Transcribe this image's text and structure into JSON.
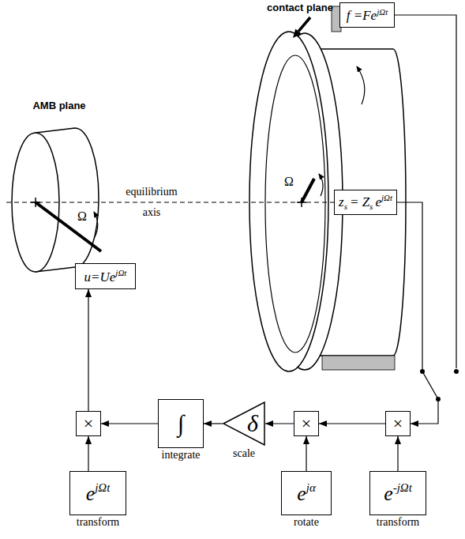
{
  "diagram": {
    "nodes": [
      {
        "text": [
          "f =Fe",
          "jΩt"
        ]
      },
      {
        "text": [
          "z",
          "s",
          "= Z",
          "s",
          "e",
          "jΩt"
        ]
      },
      {
        "text": [
          "u=Ue",
          "jΩt"
        ]
      },
      {
        "text": [
          "×"
        ]
      },
      {
        "text": [
          "∫",
          "integrate"
        ]
      },
      {
        "text": [
          "δ",
          "scale"
        ]
      },
      {
        "text": [
          "×"
        ]
      },
      {
        "text": [
          "×"
        ]
      },
      {
        "text": [
          "e",
          "jΩt",
          "transform"
        ]
      },
      {
        "text": [
          "e",
          "jα",
          "rotate"
        ]
      },
      {
        "text": [
          "e",
          "-jΩt",
          "transform"
        ]
      }
    ],
    "edges": [
      {
        "from": 1,
        "to": 7,
        "arrow": "to"
      },
      {
        "from": 7,
        "to": 6,
        "arrow": "to"
      },
      {
        "from": 6,
        "to": 5,
        "arrow": "to"
      },
      {
        "from": 5,
        "to": 4,
        "arrow": "to"
      },
      {
        "from": 4,
        "to": 3,
        "arrow": "to"
      },
      {
        "from": 3,
        "to": 2,
        "arrow": "to"
      },
      {
        "from": 8,
        "to": 3,
        "arrow": "to"
      },
      {
        "from": 9,
        "to": 6,
        "arrow": "to"
      },
      {
        "from": 10,
        "to": 7,
        "arrow": "to"
      }
    ],
    "labels": [
      "contact plane",
      "AMB plane",
      "equilibrium axis",
      "Ω",
      "Ω"
    ]
  }
}
